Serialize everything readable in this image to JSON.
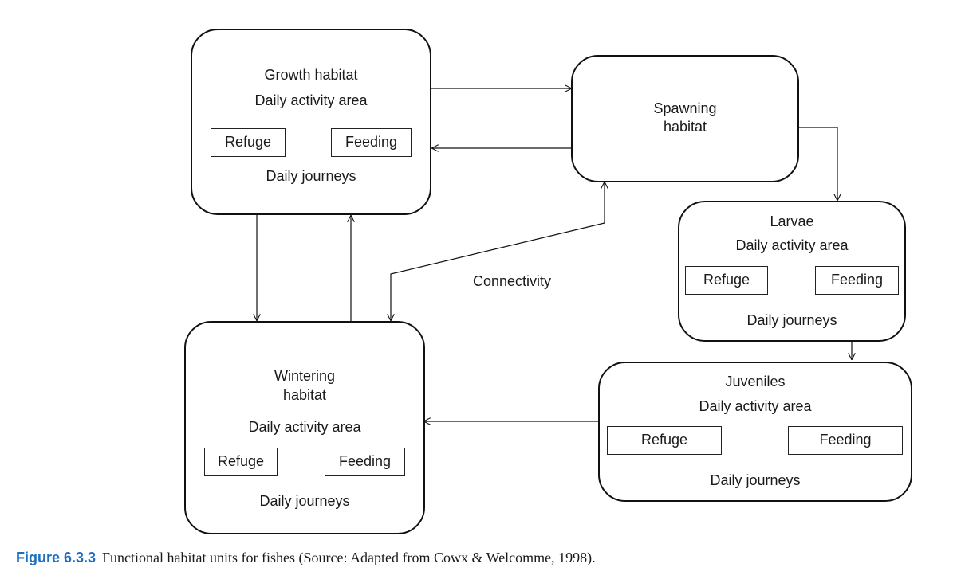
{
  "growth": {
    "title": "Growth habitat",
    "area": "Daily activity area",
    "refuge": "Refuge",
    "feeding": "Feeding",
    "journeys": "Daily journeys"
  },
  "spawning": {
    "line1": "Spawning",
    "line2": "habitat"
  },
  "larvae": {
    "title": "Larvae",
    "area": "Daily activity area",
    "refuge": "Refuge",
    "feeding": "Feeding",
    "journeys": "Daily journeys"
  },
  "juveniles": {
    "title": "Juveniles",
    "area": "Daily activity area",
    "refuge": "Refuge",
    "feeding": "Feeding",
    "journeys": "Daily journeys"
  },
  "wintering": {
    "line1": "Wintering",
    "line2": "habitat",
    "area": "Daily activity area",
    "refuge": "Refuge",
    "feeding": "Feeding",
    "journeys": "Daily journeys"
  },
  "connectivity_label": "Connectivity",
  "caption": {
    "label": "Figure 6.3.3",
    "text": "Functional habitat units for fishes (Source: Adapted from Cowx & Welcomme, 1998)."
  },
  "colors": {
    "caption_label": "#1f6fbf",
    "lines": "#111111"
  }
}
